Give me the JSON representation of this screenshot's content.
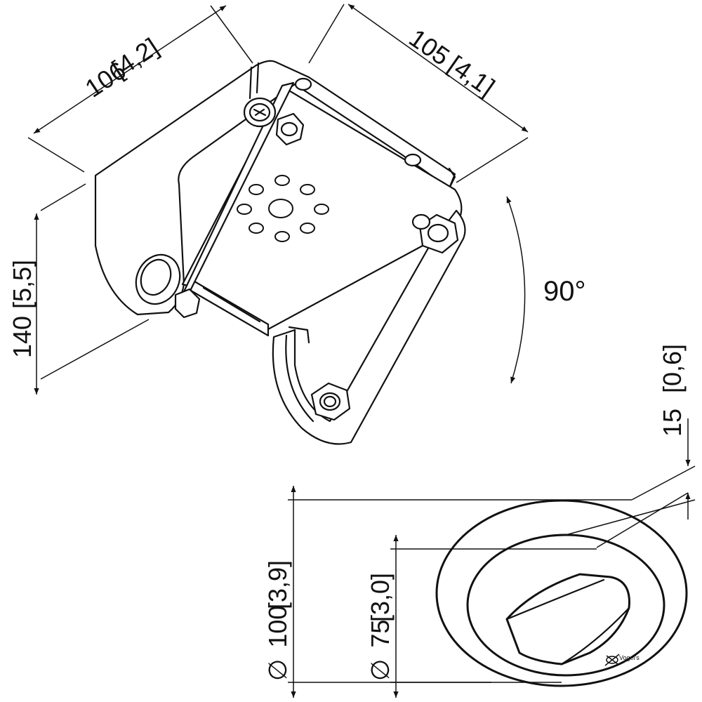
{
  "dimensions": {
    "width_top_left": {
      "value": "106",
      "inch": "4,2"
    },
    "width_top_right": {
      "value": "105",
      "inch": "4,1"
    },
    "height_left": {
      "value": "140",
      "inch": "5,5"
    },
    "rotation": {
      "value": "90°"
    },
    "thickness": {
      "value": "15",
      "inch": "0,6"
    },
    "outer_diameter": {
      "symbol": "∅",
      "value": "100",
      "inch": "3,9"
    },
    "inner_diameter": {
      "symbol": "∅",
      "value": "75",
      "inch": "3,0"
    }
  },
  "logo": {
    "text": "Vogel's"
  },
  "colors": {
    "line": "#111111",
    "background": "#ffffff"
  }
}
